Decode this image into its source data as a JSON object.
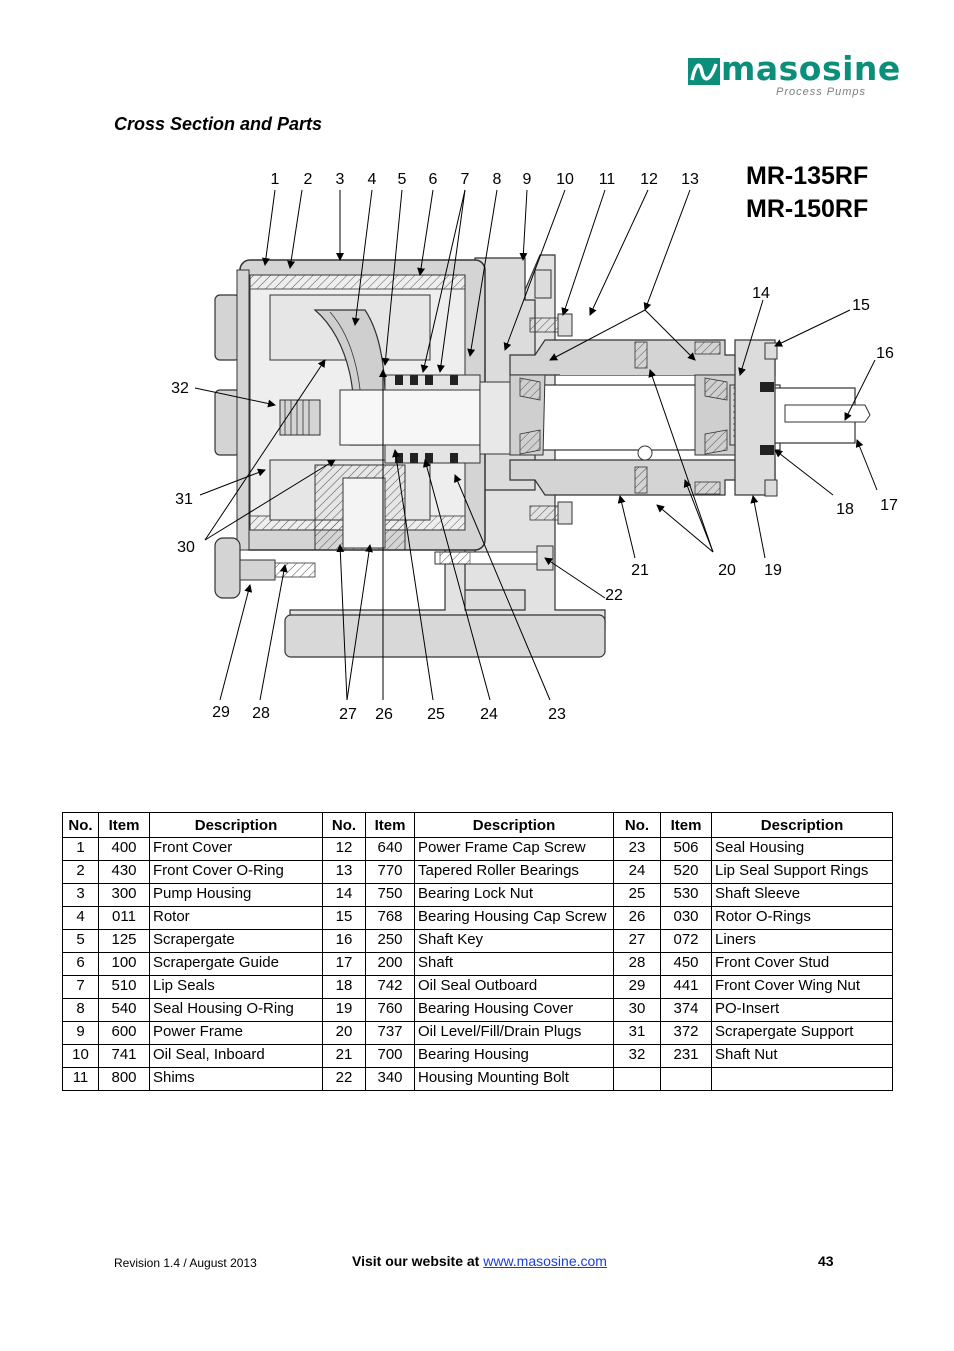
{
  "brand": {
    "name": "masosine",
    "tagline": "Process Pumps",
    "color": "#0b8f7a"
  },
  "section_title": "Cross Section and Parts",
  "models": [
    "MR-135RF",
    "MR-150RF"
  ],
  "diagram_callouts": [
    "1",
    "2",
    "3",
    "4",
    "5",
    "6",
    "7",
    "8",
    "9",
    "10",
    "11",
    "12",
    "13",
    "14",
    "15",
    "16",
    "17",
    "18",
    "19",
    "20",
    "21",
    "22",
    "23",
    "24",
    "25",
    "26",
    "27",
    "28",
    "29",
    "30",
    "31",
    "32"
  ],
  "table": {
    "headers": [
      "No.",
      "Item",
      "Description",
      "No.",
      "Item",
      "Description",
      "No.",
      "Item",
      "Description"
    ],
    "rows": [
      [
        [
          "1",
          "400",
          "Front Cover"
        ],
        [
          "12",
          "640",
          "Power Frame Cap Screw"
        ],
        [
          "23",
          "506",
          "Seal Housing"
        ]
      ],
      [
        [
          "2",
          "430",
          "Front Cover O-Ring"
        ],
        [
          "13",
          "770",
          "Tapered Roller Bearings"
        ],
        [
          "24",
          "520",
          "Lip Seal Support Rings"
        ]
      ],
      [
        [
          "3",
          "300",
          "Pump Housing"
        ],
        [
          "14",
          "750",
          "Bearing Lock Nut"
        ],
        [
          "25",
          "530",
          "Shaft Sleeve"
        ]
      ],
      [
        [
          "4",
          "011",
          "Rotor"
        ],
        [
          "15",
          "768",
          "Bearing Housing Cap Screw"
        ],
        [
          "26",
          "030",
          "Rotor O-Rings"
        ]
      ],
      [
        [
          "5",
          "125",
          "Scrapergate"
        ],
        [
          "16",
          "250",
          "Shaft Key"
        ],
        [
          "27",
          "072",
          "Liners"
        ]
      ],
      [
        [
          "6",
          "100",
          "Scrapergate Guide"
        ],
        [
          "17",
          "200",
          "Shaft"
        ],
        [
          "28",
          "450",
          "Front Cover Stud"
        ]
      ],
      [
        [
          "7",
          "510",
          "Lip Seals"
        ],
        [
          "18",
          "742",
          "Oil Seal Outboard"
        ],
        [
          "29",
          "441",
          "Front Cover Wing Nut"
        ]
      ],
      [
        [
          "8",
          "540",
          "Seal Housing O-Ring"
        ],
        [
          "19",
          "760",
          "Bearing Housing Cover"
        ],
        [
          "30",
          "374",
          "PO-Insert"
        ]
      ],
      [
        [
          "9",
          "600",
          "Power Frame"
        ],
        [
          "20",
          "737",
          "Oil Level/Fill/Drain Plugs"
        ],
        [
          "31",
          "372",
          "Scrapergate Support"
        ]
      ],
      [
        [
          "10",
          "741",
          "Oil Seal, Inboard"
        ],
        [
          "21",
          "700",
          "Bearing Housing"
        ],
        [
          "32",
          "231",
          "Shaft Nut"
        ]
      ],
      [
        [
          "11",
          "800",
          "Shims"
        ],
        [
          "22",
          "340",
          "Housing Mounting Bolt"
        ],
        [
          "",
          "",
          ""
        ]
      ]
    ]
  },
  "footer": {
    "revision": "Revision 1.4 / August 2013",
    "visit_text": "Visit our website at",
    "website": "www.masosine.com",
    "page_number": "43"
  }
}
